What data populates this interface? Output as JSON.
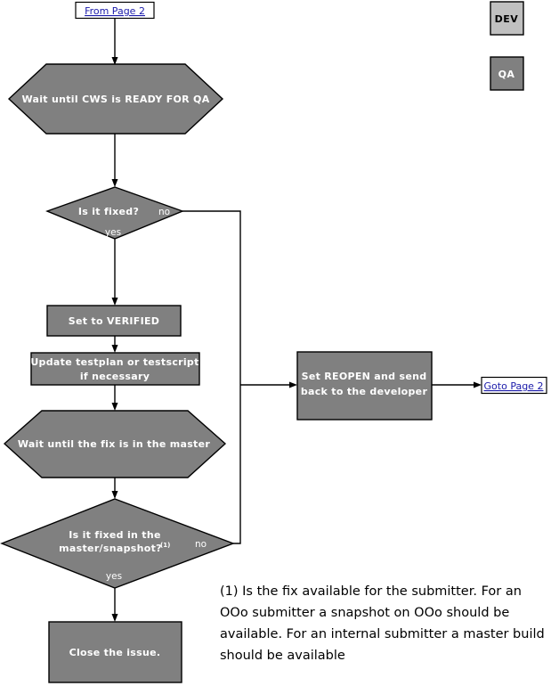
{
  "diagram": {
    "title": "QA verification flowchart",
    "colors": {
      "shape_fill": "#808080",
      "legend_dev_fill": "#c0c0c0",
      "legend_qa_fill": "#808080",
      "outline": "#000000",
      "link_text": "#1a1aaa",
      "shape_text": "#ffffff",
      "background": "#ffffff"
    }
  },
  "connectors": {
    "from_page_ref": "From Page 2",
    "goto_page_ref": "Goto Page 2"
  },
  "legend": {
    "dev_label": "DEV",
    "qa_label": "QA"
  },
  "nodes": {
    "wait_ready_for_qa": "Wait until CWS is READY FOR QA",
    "is_it_fixed": "Is it fixed?",
    "set_verified": "Set to VERIFIED",
    "update_testplan_line1": "Update testplan or testscript",
    "update_testplan_line2": "if necessary",
    "wait_fix_in_master": "Wait until the fix is in the master",
    "is_fixed_master_line1": "Is it fixed in the",
    "is_fixed_master_line2": "master/snapshot?",
    "is_fixed_master_footnote_marker": "(1)",
    "close_issue": "Close the issue.",
    "set_reopen_line1": "Set REOPEN and send",
    "set_reopen_line2": "back to the developer"
  },
  "branch_labels": {
    "fixed_no": "no",
    "fixed_yes": "yes",
    "master_no": "no",
    "master_yes": "yes"
  },
  "footnote": {
    "line1": "(1) Is the fix available for the submitter. For an",
    "line2": "OOo submitter a snapshot on OOo should be",
    "line3": "available. For an internal submitter a master build",
    "line4": "should be available"
  }
}
